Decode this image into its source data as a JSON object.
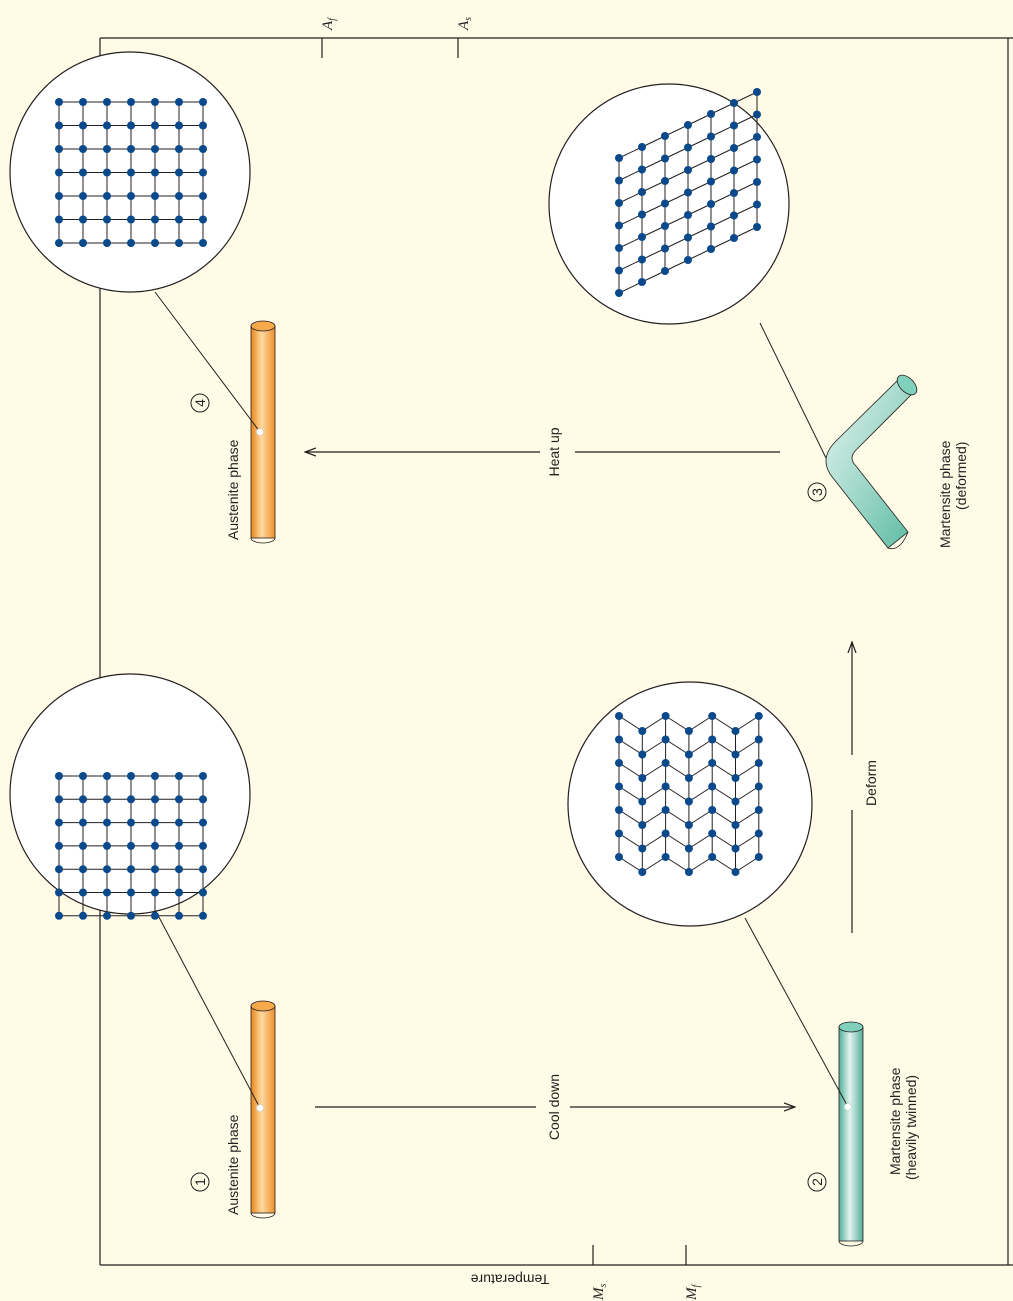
{
  "labels": {
    "temperature_axis": "Temperature",
    "m_s": "M",
    "m_s_sub": "s",
    "m_f": "M",
    "m_f_sub": "f",
    "a_f": "A",
    "a_f_sub": "f",
    "a_s": "A",
    "a_s_sub": "s",
    "cool_down": "Cool down",
    "deform": "Deform",
    "heat_up": "Heat up"
  },
  "stages": [
    {
      "number": "1",
      "phase": "Austenite phase",
      "phase_line2": ""
    },
    {
      "number": "2",
      "phase": "Martensite phase",
      "phase_line2": "(heavily twinned)"
    },
    {
      "number": "3",
      "phase": "Martensite phase",
      "phase_line2": "(deformed)"
    },
    {
      "number": "4",
      "phase": "Austenite phase",
      "phase_line2": ""
    }
  ],
  "colors": {
    "background": "#fffbe6",
    "austenite": "#f39a2e",
    "martensite": "#5dbfa8",
    "atom": "#0a4a8c",
    "line": "#231f20"
  }
}
